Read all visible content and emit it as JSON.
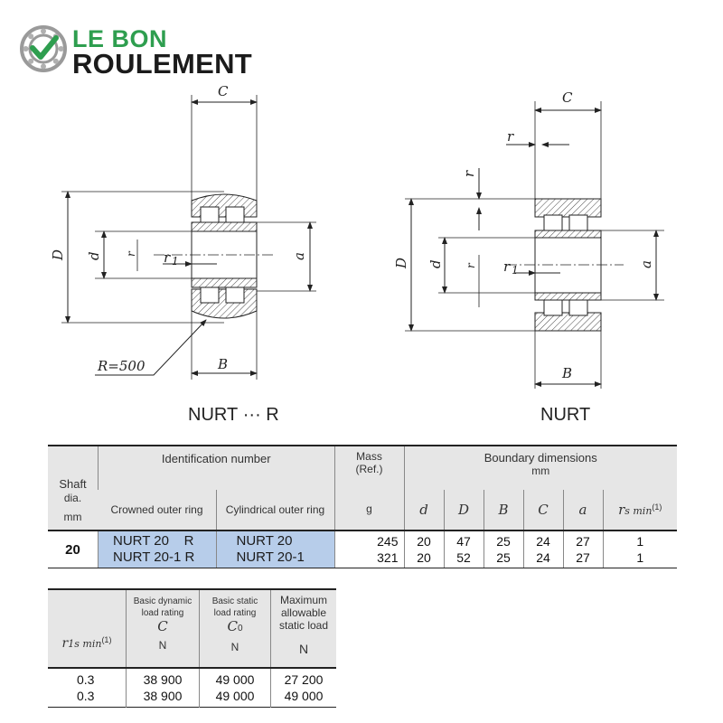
{
  "logo": {
    "line1": "LE BON",
    "line2": "ROULEMENT",
    "brand_color": "#2e9e4f"
  },
  "diagrams": {
    "left": {
      "title": "NURT ··· R",
      "labels": {
        "C": "C",
        "D": "D",
        "d": "d",
        "r1_vertical": "r",
        "r1_vertical_sub": "1",
        "r1": "r",
        "r1_sub": "1",
        "a": "a",
        "B": "B",
        "R": "R=500"
      }
    },
    "right": {
      "title": "NURT",
      "labels": {
        "C": "C",
        "r_top": "r",
        "r_side": "r",
        "D": "D",
        "d": "d",
        "r1_vertical": "r",
        "r1_vertical_sub": "1",
        "r1": "r",
        "r1_sub": "1",
        "a": "a",
        "B": "B"
      }
    }
  },
  "table1": {
    "headers": {
      "shaft": "Shaft",
      "shaft2": "dia.",
      "shaft_unit": "mm",
      "ident": "Identification number",
      "crowned": "Crowned outer ring",
      "cylindrical": "Cylindrical outer ring",
      "mass": "Mass",
      "mass2": "(Ref.)",
      "mass_unit": "g",
      "boundary": "Boundary dimensions",
      "boundary_unit": "mm",
      "cols": [
        "d",
        "D",
        "B",
        "C",
        "a"
      ],
      "rs": "r",
      "rs_sub": "s min",
      "rs_sup": "(1)"
    },
    "row": {
      "shaft": "20",
      "crowned": [
        "NURT 20    R",
        "NURT 20-1 R"
      ],
      "cylindrical": [
        "NURT 20",
        "NURT 20-1"
      ],
      "mass": [
        "245",
        "321"
      ],
      "d": [
        "20",
        "20"
      ],
      "D": [
        "47",
        "52"
      ],
      "B": [
        "25",
        "25"
      ],
      "C": [
        "24",
        "24"
      ],
      "a": [
        "27",
        "27"
      ],
      "rs": [
        "1",
        "1"
      ]
    }
  },
  "table2": {
    "headers": {
      "r1s": "r",
      "r1s_sub": "1s min",
      "r1s_sup": "(1)",
      "dyn": [
        "Basic dynamic",
        "load rating"
      ],
      "dyn_sym": "C",
      "dyn_unit": "N",
      "stat": [
        "Basic static",
        "load rating"
      ],
      "stat_sym": "C",
      "stat_sym_sub": "0",
      "stat_unit": "N",
      "max": [
        "Maximum",
        "allowable",
        "static load"
      ],
      "max_unit": "N"
    },
    "rows": [
      {
        "r1s": "0.3",
        "dyn": "38 900",
        "stat": "49 000",
        "max": "27 200"
      },
      {
        "r1s": "0.3",
        "dyn": "38 900",
        "stat": "49 000",
        "max": "49 000"
      }
    ]
  }
}
